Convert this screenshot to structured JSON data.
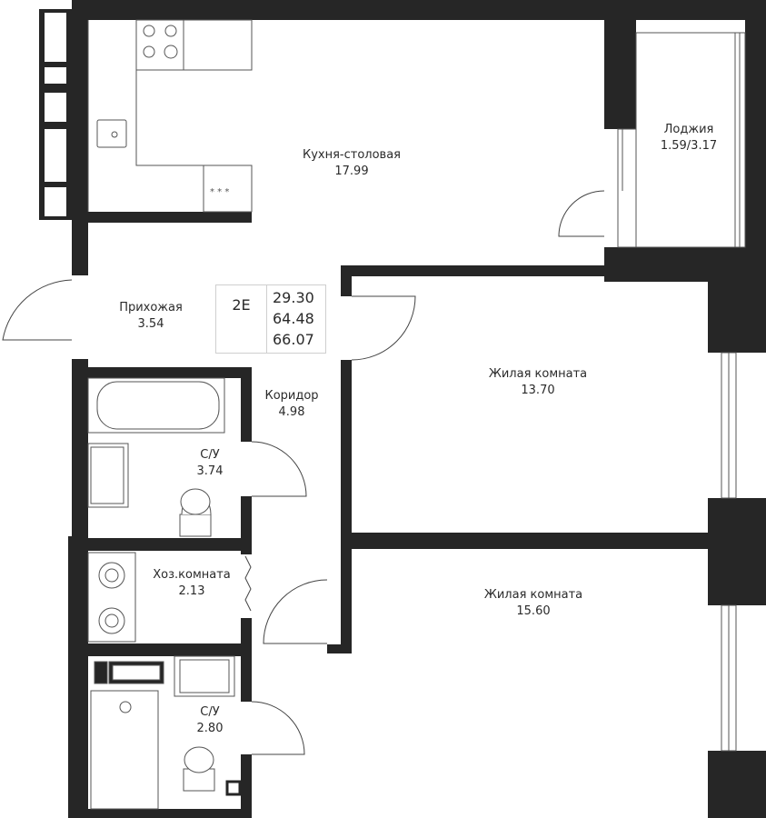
{
  "apartment": {
    "unit_code": "2E",
    "areas": [
      "29.30",
      "64.48",
      "66.07"
    ]
  },
  "rooms": {
    "kitchen": {
      "name": "Кухня-столовая",
      "area": "17.99"
    },
    "loggia": {
      "name": "Лоджия",
      "area": "1.59/3.17"
    },
    "hallway": {
      "name": "Прихожая",
      "area": "3.54"
    },
    "corridor": {
      "name": "Коридор",
      "area": "4.98"
    },
    "bathroom1": {
      "name": "С/У",
      "area": "3.74"
    },
    "living1": {
      "name": "Жилая комната",
      "area": "13.70"
    },
    "utility": {
      "name": "Хоз.комната",
      "area": "2.13"
    },
    "living2": {
      "name": "Жилая комната",
      "area": "15.60"
    },
    "bathroom2": {
      "name": "С/У",
      "area": "2.80"
    }
  },
  "colors": {
    "wall": "#262626",
    "line": "#3a3a3a",
    "background": "#ffffff"
  }
}
